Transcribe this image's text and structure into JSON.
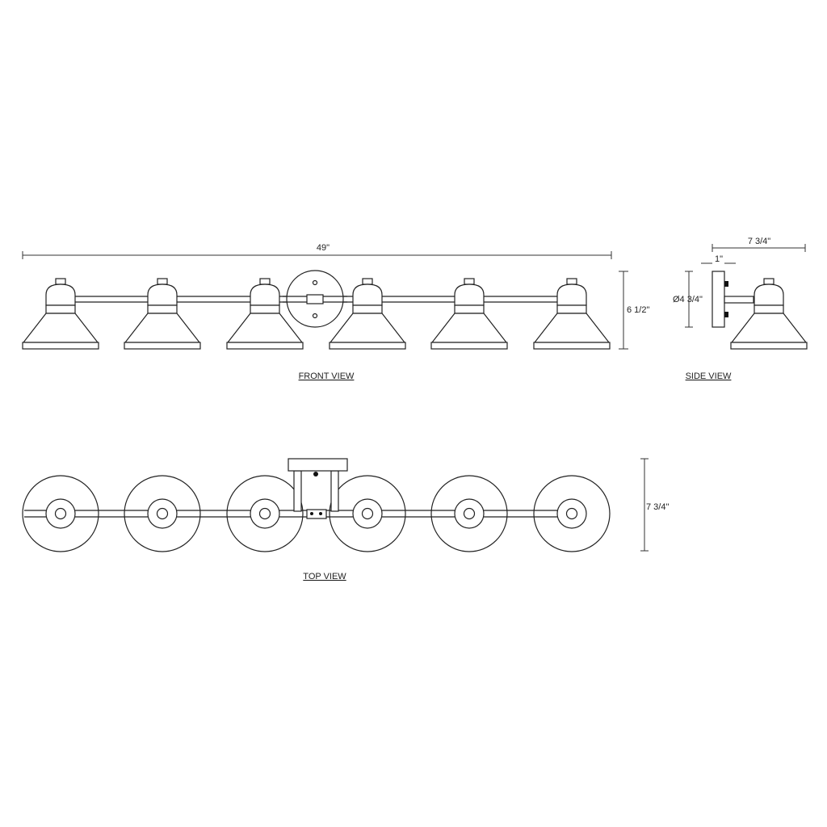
{
  "front_view": {
    "label": "FRONT VIEW",
    "width_dim": "49\"",
    "height_dim": "6 1/2\"",
    "lamp_count": 6
  },
  "side_view": {
    "label": "SIDE VIEW",
    "depth_dim": "7 3/4\"",
    "plate_depth_dim": "1\"",
    "plate_diameter_dim": "Ø4 3/4\""
  },
  "top_view": {
    "label": "TOP VIEW",
    "depth_dim": "7 3/4\"",
    "lamp_count": 6
  }
}
